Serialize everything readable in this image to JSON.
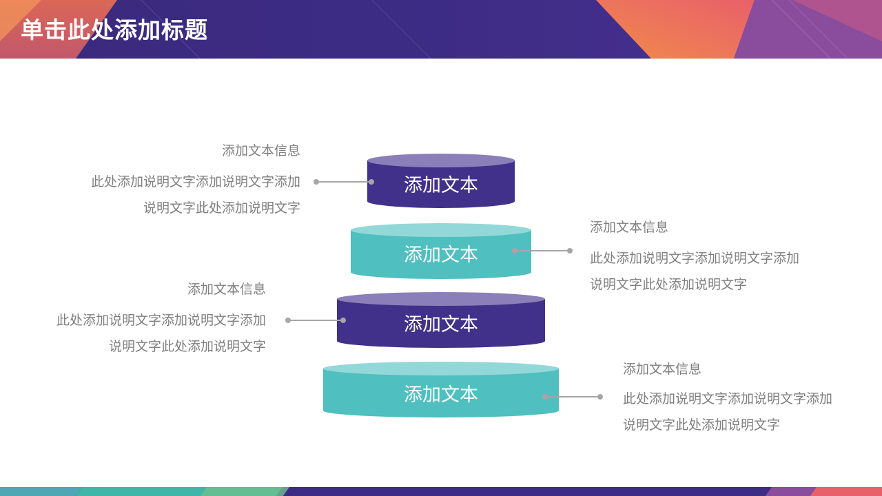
{
  "header": {
    "title": "单击此处添加标题"
  },
  "colors": {
    "purple": "#42318a",
    "purple_top": "#8a7fb8",
    "teal": "#4fbfc0",
    "teal_top": "#93d8d8",
    "text_gray": "#7f7f7f",
    "connector_gray": "#a6a6a6"
  },
  "tiers": [
    {
      "label": "添加文本",
      "color": "purple"
    },
    {
      "label": "添加文本",
      "color": "teal"
    },
    {
      "label": "添加文本",
      "color": "purple"
    },
    {
      "label": "添加文本",
      "color": "teal"
    }
  ],
  "callouts": [
    {
      "title": "添加文本信息",
      "line1": "此处添加说明文字添加说明文字添加",
      "line2": "说明文字此处添加说明文字",
      "side": "left"
    },
    {
      "title": "添加文本信息",
      "line1": "此处添加说明文字添加说明文字添加",
      "line2": "说明文字此处添加说明文字",
      "side": "right"
    },
    {
      "title": "添加文本信息",
      "line1": "此处添加说明文字添加说明文字添加",
      "line2": "说明文字此处添加说明文字",
      "side": "left"
    },
    {
      "title": "添加文本信息",
      "line1": "此处添加说明文字添加说明文字添加",
      "line2": "说明文字此处添加说明文字",
      "side": "right"
    }
  ]
}
